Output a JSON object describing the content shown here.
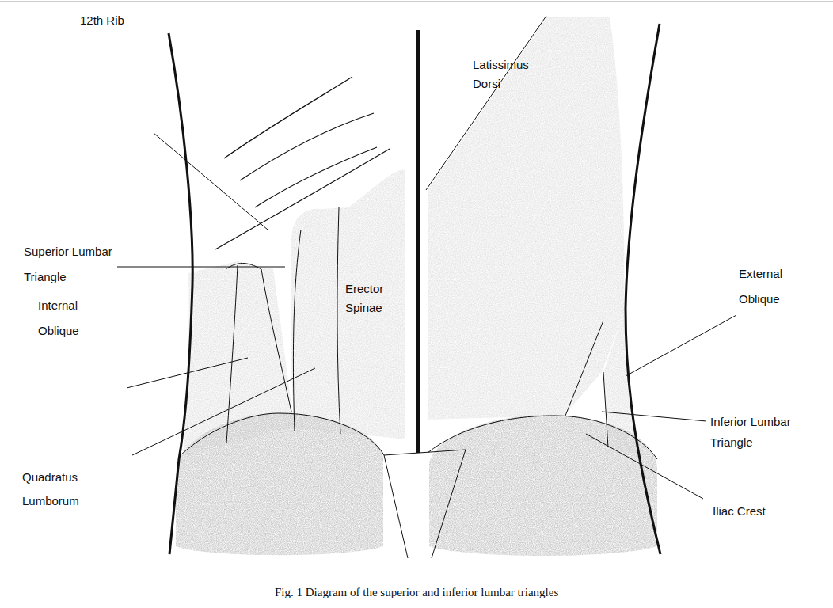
{
  "diagram": {
    "caption": "Fig. 1 Diagram of the superior and inferior lumbar triangles",
    "labels": [
      "12th Rib",
      "Latissimus Dorsi",
      "Superior Lumbar Triangle",
      "External Oblique",
      "Erector Spinae",
      "Internal Oblique",
      "Inferior Lumbar Triangle",
      "Quadratus Lumborum",
      "Iliac Crest"
    ]
  }
}
